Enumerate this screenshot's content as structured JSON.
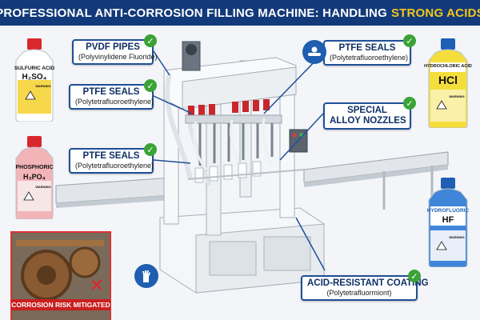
{
  "header": {
    "title_main": "PROFESSIONAL ANTI-CORROSION FILLING MACHINE: HANDLING",
    "title_highlight": "STRONG ACIDS"
  },
  "callouts": {
    "pvdf": {
      "title": "PVDF PIPES",
      "subtitle": "(Polyvinylidene Fluoride)"
    },
    "ptfe1": {
      "title": "PTFE SEALS",
      "subtitle": "(Polytetrafluoroethylene)"
    },
    "ptfe2": {
      "title": "PTFE SEALS",
      "subtitle": "(Polytetrafluoroethylene)"
    },
    "ptfe3": {
      "title": "PTFE SEALS",
      "subtitle": "(Polytetrafluoroethylene)"
    },
    "nozzles": {
      "title_line1": "SPECIAL",
      "title_line2": "ALLOY NOZZLES"
    },
    "coating": {
      "title": "ACID-RESISTANT COATING",
      "subtitle": "(Polytetrafluormiont)"
    }
  },
  "bottles": {
    "sulfuric": {
      "name": "SULFURIC ACID",
      "formula": "H₂SO₄",
      "cap_color": "#d9272e",
      "label_color": "#ffffff"
    },
    "phosphoric": {
      "name": "PHOSPHORIC",
      "formula": "H₃PO₄",
      "cap_color": "#d9272e",
      "label_color": "#f3b4b8"
    },
    "hydrochloric": {
      "name": "HYDROCHLORIC ACID",
      "formula": "HCl",
      "cap_color": "#1e5fb5",
      "label_color": "#f5de3c"
    },
    "hydrofluoric": {
      "name": "HYDROFLUORIC",
      "formula": "HF",
      "cap_color": "#1e5fb5",
      "label_color": "#3f86d8"
    }
  },
  "warning_text": "WARNING",
  "corrosion_badge": "CORROSION RISK MITIGATED",
  "icons": [
    "safety-goggles-icon",
    "gloves-icon",
    "check-icon",
    "cross-icon"
  ],
  "colors": {
    "header_bg": "#123a7a",
    "highlight": "#f5c51b",
    "check": "#3aa335",
    "callout_border": "#1f4f97",
    "danger": "#c81f1f"
  }
}
